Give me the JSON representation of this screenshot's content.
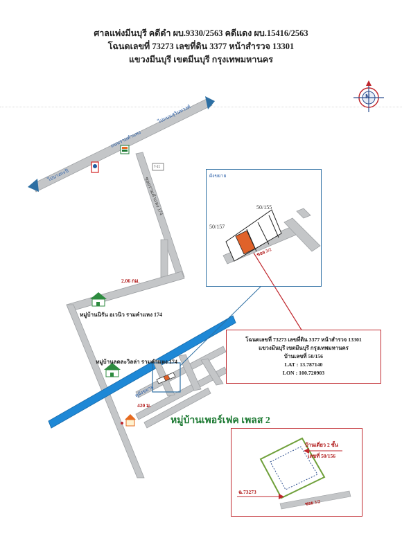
{
  "header": {
    "line1": "ศาลแพ่งมีนบุรี คดีดำ ผบ.9330/2563 คดีแดง ผบ.15416/2563",
    "line2": "โฉนดเลขที่ 73273 เลขที่ดิน 3377 หน้าสำรวจ 13301",
    "line3": "แขวงมีนบุรี เขตมีนบุรี กรุงเทพมหานคร"
  },
  "compass": {
    "letter": "N"
  },
  "roads": {
    "main_road": "ถนนรามคำแหง",
    "to_suvarnabhumi": "ไปถนนสุวินทวงศ์",
    "to_bangkapi": "ไปบางกะปิ",
    "soi_174": "ซอยรามคำแหง 174",
    "sign_small": "7-11"
  },
  "distances": {
    "d1": "2.06 กม.",
    "d2": "420 ม."
  },
  "villages": {
    "v1": "หมู่บ้านนิรัน อเวนิว รามคำแหง 174",
    "v2": "หมู่บ้านลดละวิลล่า รามคำแหง 174",
    "v3": "หมู่บ้านเพอร์เฟค เพลส 2"
  },
  "labels": {
    "site_marker": "ดูผังขยาย",
    "inset_title": "ผังขยาย",
    "plot_left": "50/157",
    "plot_right": "50/155",
    "inset_soi": "ซอย 3/2"
  },
  "info": {
    "line1": "โฉนดเลขที่ 73273 เลขที่ดิน 3377 หน้าสำรวจ 13301",
    "line2": "แขวงมีนบุรี เขตมีนบุรี กรุงเทพมหานคร",
    "line3": "บ้านเลขที่ 50/156",
    "lat": "LAT : 13.787140",
    "lon": "LON : 100.720903"
  },
  "house_inset": {
    "house_type": "บ้านเดี่ยว 2 ชั้น",
    "house_no": "เลขที่ 50/156",
    "deed": "ฉ.73273",
    "soi": "ซอย 3/2"
  },
  "colors": {
    "road": "#c4c6c8",
    "canal": "#1e88d6",
    "inset_border": "#2d6fa3",
    "red": "#c0272d",
    "plot_fill": "#e0622a",
    "village_green": "#1d7a33"
  }
}
